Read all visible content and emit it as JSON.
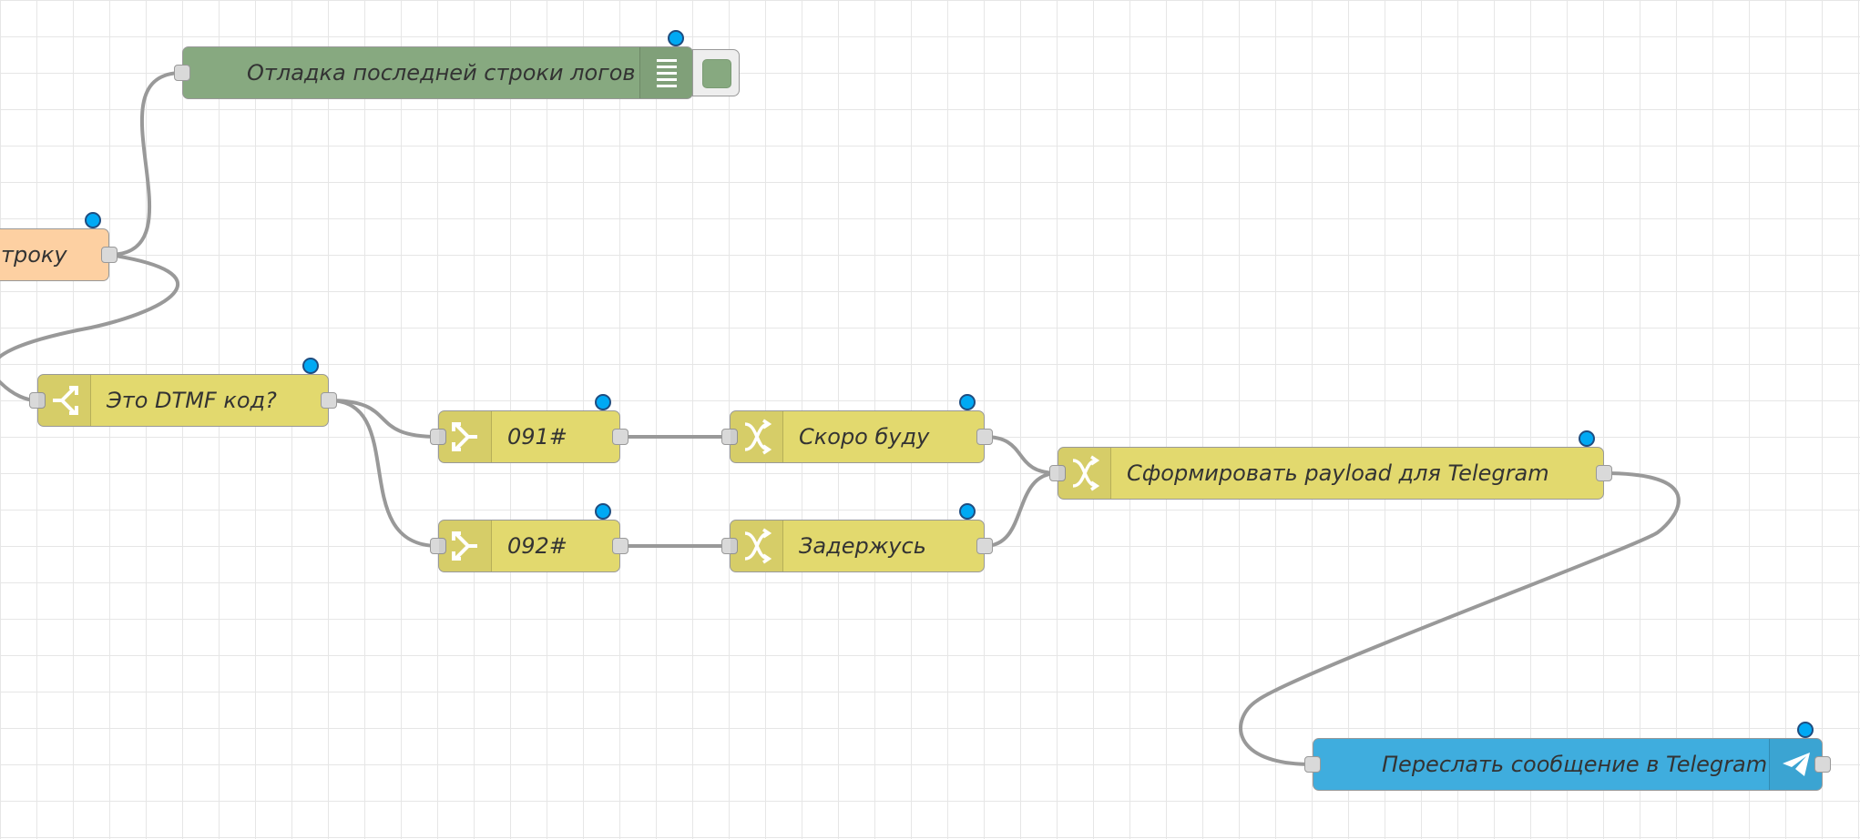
{
  "nodes": {
    "debug": {
      "label": "Отладка последней строки логов",
      "color": "#87a980",
      "icon": "list-icon"
    },
    "function_left": {
      "label": "троку",
      "color": "#fdd0a2"
    },
    "switch_dtmf": {
      "label": "Это DTMF код?",
      "color": "#e2d96e",
      "icon": "switch-icon"
    },
    "switch_091": {
      "label": "091#",
      "color": "#e2d96e",
      "icon": "switch-icon"
    },
    "switch_092": {
      "label": "092#",
      "color": "#e2d96e",
      "icon": "switch-icon"
    },
    "change_soon": {
      "label": "Скоро буду",
      "color": "#e2d96e",
      "icon": "shuffle-icon"
    },
    "change_delay": {
      "label": "Задержусь",
      "color": "#e2d96e",
      "icon": "shuffle-icon"
    },
    "change_payload": {
      "label": "Сформировать payload для Telegram",
      "color": "#e2d96e",
      "icon": "shuffle-icon"
    },
    "telegram_send": {
      "label": "Переслать сообщение в Telegram",
      "color": "#3fadde",
      "icon": "paper-plane-icon"
    }
  },
  "colors": {
    "status_dot": "#00a9f4",
    "wire": "#999999",
    "grid": "#e6e6e6"
  }
}
